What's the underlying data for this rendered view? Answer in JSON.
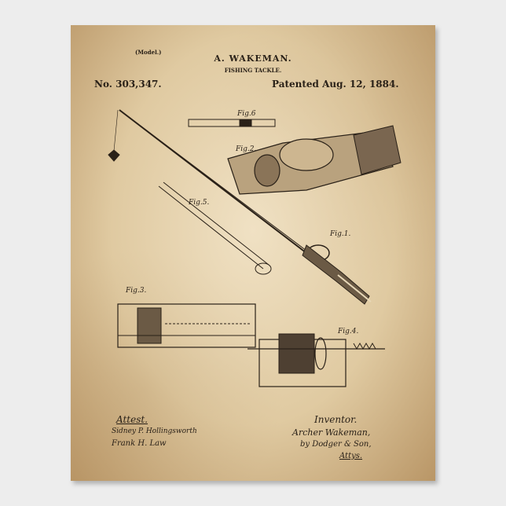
{
  "header": {
    "model_note": "(Model.)",
    "inventor": "A. WAKEMAN.",
    "title": "FISHING TACKLE.",
    "patent_number": "No. 303,347.",
    "patent_date": "Patented Aug. 12, 1884."
  },
  "figures": {
    "fig1": "Fig.1.",
    "fig2": "Fig.2.",
    "fig3": "Fig.3.",
    "fig4": "Fig.4.",
    "fig5": "Fig.5.",
    "fig6": "Fig.6"
  },
  "signatures": {
    "attest_label": "Attest.",
    "witness_1": "Sidney P. Hollingsworth",
    "witness_2": "Frank H. Law",
    "inventor_label": "Inventor.",
    "inventor_signature": "Archer Wakeman,",
    "attorney_line": "by Dodger & Son,",
    "attorney_label": "Attys."
  },
  "colors": {
    "paper": "#dcc59b",
    "ink": "#2a2118",
    "background": "#ededed"
  }
}
